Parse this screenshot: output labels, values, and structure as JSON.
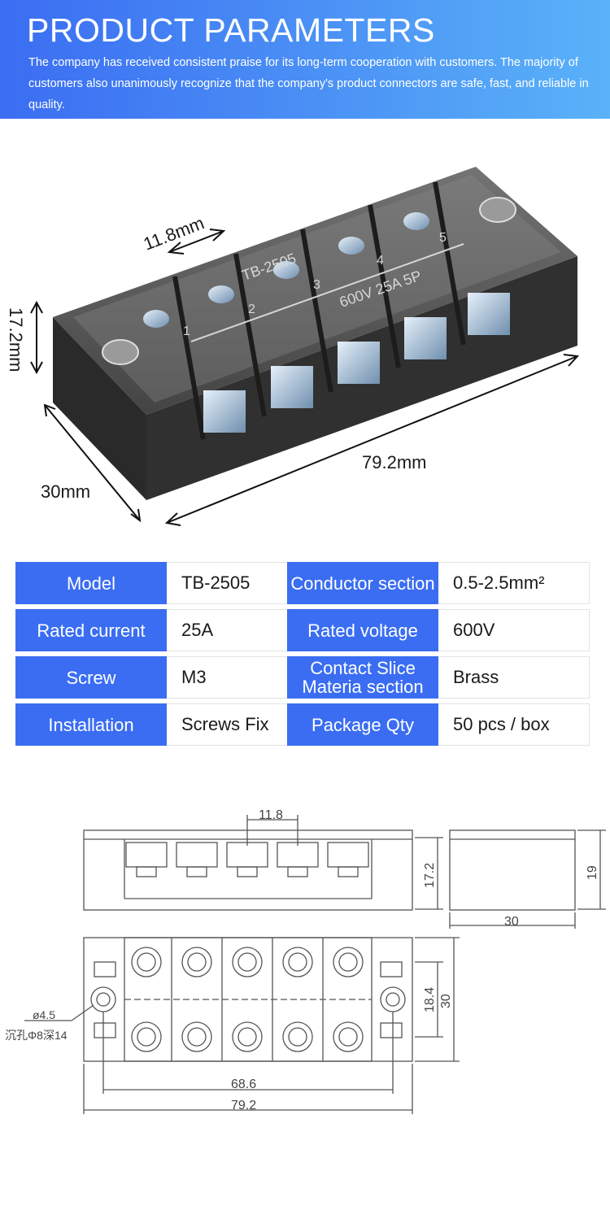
{
  "header": {
    "title": "PRODUCT PARAMETERS",
    "description": "The company has received consistent praise for its long-term cooperation with customers. The majority of customers also unanimously recognize that the company's product connectors are safe, fast, and reliable in quality."
  },
  "photo": {
    "dimensions": {
      "pitch": "11.8mm",
      "height": "17.2mm",
      "width": "30mm",
      "length": "79.2mm"
    },
    "block_print": {
      "model": "TB-2505",
      "rating": "600V 25A 5P",
      "terminals": [
        "1",
        "2",
        "3",
        "4",
        "5"
      ]
    }
  },
  "specs": {
    "rows": [
      {
        "k1": "Model",
        "v1": "TB-2505",
        "k2": "Conductor section",
        "v2": "0.5-2.5mm²"
      },
      {
        "k1": "Rated current",
        "v1": "25A",
        "k2": "Rated voltage",
        "v2": "600V"
      },
      {
        "k1": "Screw",
        "v1": "M3",
        "k2": "Contact Slice Materia section",
        "v2": "Brass"
      },
      {
        "k1": "Installation",
        "v1": "Screws Fix",
        "k2": "Package Qty",
        "v2": "50 pcs / box"
      }
    ]
  },
  "drawing": {
    "pitch": "11.8",
    "height": "17.2",
    "total_height": "19",
    "width": "30",
    "hole_spacing": "18.4",
    "side_width": "30",
    "hole_dia": "ø4.5",
    "counterbore": "沉孔Φ8深14",
    "mount_distance": "68.6",
    "length": "79.2"
  },
  "colors": {
    "banner_start": "#3b6df2",
    "banner_end": "#5ab2f8",
    "key_cell": "#3a6df2"
  }
}
